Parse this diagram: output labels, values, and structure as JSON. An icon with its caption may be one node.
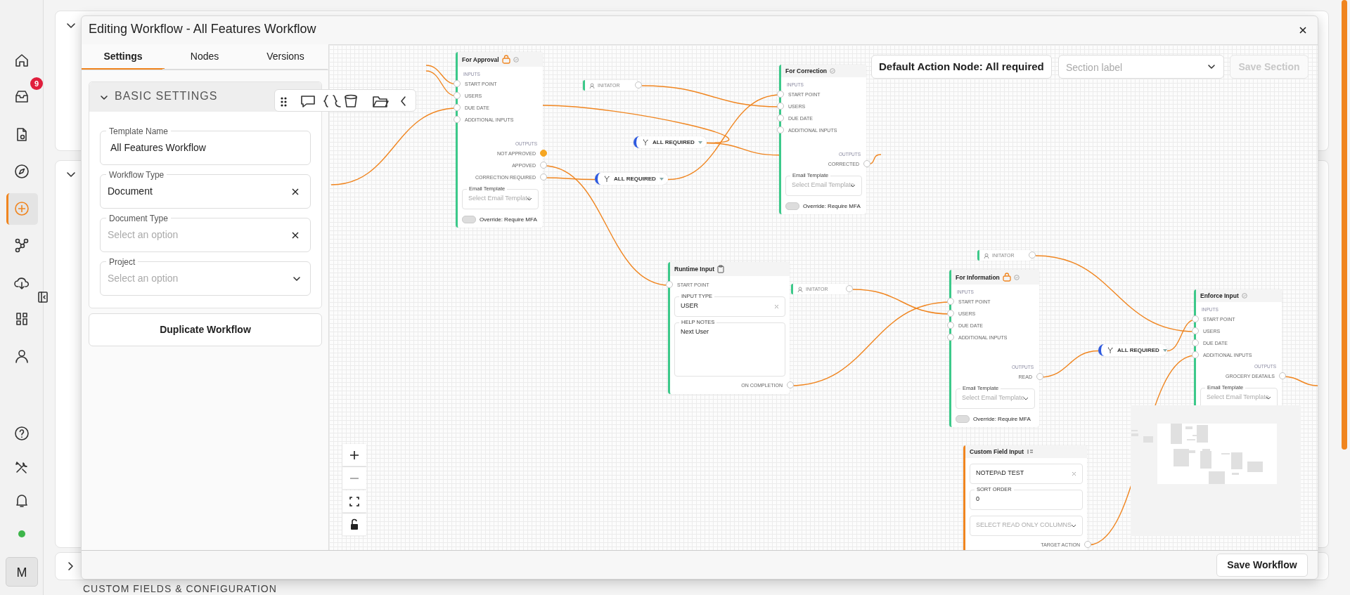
{
  "diagram": {
    "title": "Editing Workflow - All Features Workflow",
    "nodes": [
      {
        "text": [
          "For Approval",
          "INPUTS",
          "START POINT",
          "USERS",
          "DUE DATE",
          "ADDITIONAL INPUTS",
          "OUTPUTS",
          "NOT APPROVED",
          "APPOVED",
          "CORRECTION REQUIRED",
          "Email Template",
          "Select Email Template",
          "Override: Require MFA"
        ]
      },
      {
        "text": [
          "INITATOR"
        ]
      },
      {
        "text": [
          "For Correction",
          "INPUTS",
          "START POINT",
          "USERS",
          "DUE DATE",
          "ADDITIONAL INPUTS",
          "OUTPUTS",
          "CORRECTED",
          "Email Template",
          "Select Email Template",
          "Override: Require MFA"
        ]
      },
      {
        "text": [
          "ALL REQUIRED"
        ]
      },
      {
        "text": [
          "ALL REQUIRED"
        ]
      },
      {
        "text": [
          "Runtime Input",
          "START POINT",
          "INPUT TYPE",
          "USER",
          "HELP NOTES",
          "Next User",
          "ON COMPLETION"
        ]
      },
      {
        "text": [
          "INITATOR"
        ]
      },
      {
        "text": [
          "INITATOR"
        ]
      },
      {
        "text": [
          "For Information",
          "INPUTS",
          "START POINT",
          "USERS",
          "DUE DATE",
          "ADDITIONAL INPUTS",
          "OUTPUTS",
          "READ",
          "Email Template",
          "Select Email Template",
          "Override: Require MFA"
        ]
      },
      {
        "text": [
          "ALL REQUIRED"
        ]
      },
      {
        "text": [
          "Enforce Input",
          "INPUTS",
          "START POINT",
          "USERS",
          "DUE DATE",
          "ADDITIONAL INPUTS",
          "OUTPUTS",
          "GROCERY DEATAILS",
          "Email Template",
          "Select Email Template"
        ]
      },
      {
        "text": [
          "Custom Field Input",
          "NOTEPAD TEST",
          "SORT ORDER",
          "0",
          "SELECT READ ONLY COLUMNS",
          "TARGET ACTION"
        ]
      }
    ],
    "edges": [
      {
        "from": null,
        "to": 0,
        "arrow": "none"
      },
      {
        "from": null,
        "to": 0,
        "arrow": "none"
      },
      {
        "from": null,
        "to": 0,
        "arrow": "none"
      },
      {
        "from": 1,
        "to": 2,
        "arrow": "none"
      },
      {
        "from": 0,
        "to": 3,
        "arrow": "none"
      },
      {
        "from": 3,
        "to": 2,
        "arrow": "none"
      },
      {
        "from": 0,
        "to": 4,
        "arrow": "none"
      },
      {
        "from": 4,
        "to": 2,
        "arrow": "none"
      },
      {
        "from": 0,
        "to": 5,
        "arrow": "none"
      },
      {
        "from": 2,
        "to": null,
        "arrow": "none"
      },
      {
        "from": 6,
        "to": 8,
        "arrow": "none"
      },
      {
        "from": 5,
        "to": 8,
        "arrow": "none"
      },
      {
        "from": 7,
        "to": 10,
        "arrow": "none"
      },
      {
        "from": 8,
        "to": 9,
        "arrow": "none"
      },
      {
        "from": 9,
        "to": 10,
        "arrow": "none"
      },
      {
        "from": 11,
        "to": 10,
        "arrow": "none"
      },
      {
        "from": 10,
        "to": null,
        "arrow": "none"
      }
    ],
    "labels": [
      "9",
      "Settings",
      "Nodes",
      "Versions",
      "BASIC SETTINGS",
      "Template Name",
      "All Features Workflow",
      "Workflow Type",
      "Document",
      "Document Type",
      "Select an option",
      "Project",
      "Select an option",
      "Duplicate Workflow",
      "Default Action Node: All required",
      "Section label",
      "Save Section",
      "M",
      "Save Workflow",
      "CUSTOM FIELDS & CONFIGURATION"
    ]
  }
}
